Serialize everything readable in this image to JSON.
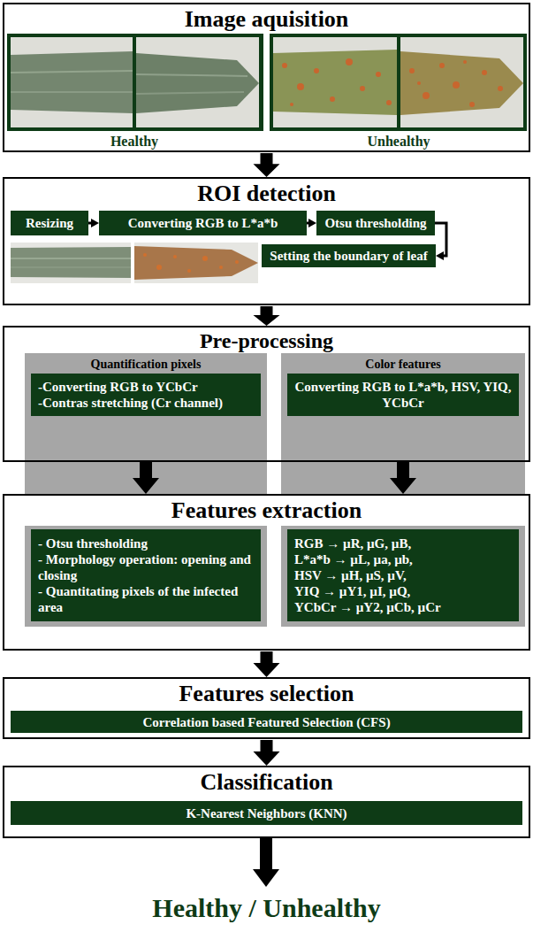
{
  "diagram": {
    "nodes": [
      {
        "text": [
          "Image aquisition",
          "Healthy",
          "Unhealthy"
        ]
      },
      {
        "text": [
          "ROI detection"
        ]
      },
      {
        "text": [
          "Resizing"
        ],
        "in": 1
      },
      {
        "text": [
          "Converting RGB to L*a*b"
        ],
        "in": 1
      },
      {
        "text": [
          "Otsu thresholding"
        ],
        "in": 1
      },
      {
        "text": [
          "Setting the boundary of leaf"
        ],
        "in": 1
      },
      {
        "text": [
          "Pre-processing"
        ]
      },
      {
        "text": [
          "Quantification pixels"
        ],
        "in": 6
      },
      {
        "text": [
          "-Converting RGB to YCbCr",
          "-Contras stretching (Cr channel)"
        ],
        "in": 7
      },
      {
        "text": [
          "Color features"
        ],
        "in": 6
      },
      {
        "text": [
          "Converting RGB to L*a*b, HSV, YIQ, YCbCr"
        ],
        "in": 9
      },
      {
        "text": [
          "Features extraction"
        ]
      },
      {
        "text": [
          "- Otsu thresholding",
          "- Morphology operation: opening and closing",
          "- Quantitating pixels of the infected area"
        ],
        "in": 11
      },
      {
        "text": [
          "RGB → µR, µG, µB,",
          "L*a*b → µL, µa, µb,",
          "HSV → µH, µS, µV,",
          "YIQ → µY1, µI, µQ,",
          "YCbCr → µY2, µCb, µCr"
        ],
        "in": 11
      },
      {
        "text": [
          "Features selection"
        ]
      },
      {
        "text": [
          "Correlation based Featured Selection (CFS)"
        ],
        "in": 14
      },
      {
        "text": [
          "Classification"
        ]
      },
      {
        "text": [
          "K-Nearest Neighbors (KNN)"
        ],
        "in": 16
      }
    ],
    "edges": [
      {
        "from": 0,
        "to": 1,
        "arrow": "to"
      },
      {
        "from": 2,
        "to": 3,
        "arrow": "to"
      },
      {
        "from": 3,
        "to": 4,
        "arrow": "to"
      },
      {
        "from": 4,
        "to": 5,
        "arrow": "to"
      },
      {
        "from": 1,
        "to": 6,
        "arrow": "to"
      },
      {
        "from": 7,
        "to": 11,
        "arrow": "to"
      },
      {
        "from": 9,
        "to": 11,
        "arrow": "to"
      },
      {
        "from": 11,
        "to": 14,
        "arrow": "to"
      },
      {
        "from": 14,
        "to": 16,
        "arrow": "to"
      }
    ],
    "labels": [
      "Healthy / Unhealthy"
    ]
  }
}
